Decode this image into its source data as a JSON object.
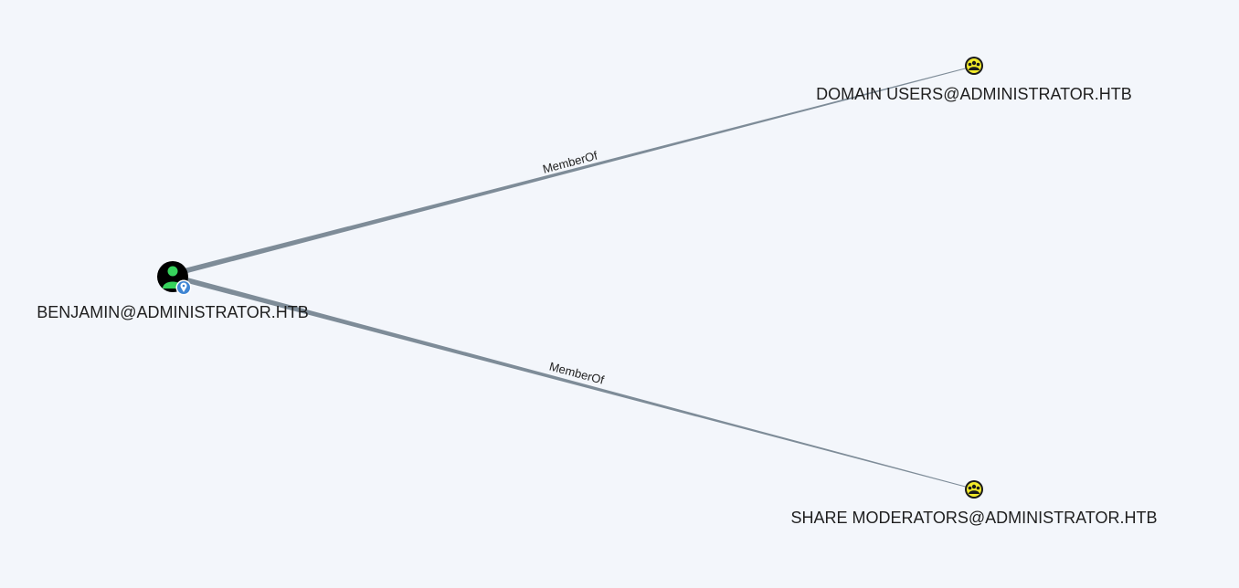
{
  "colors": {
    "background": "#f3f6fb",
    "edge": "#7e8c98",
    "user_node": "#000000",
    "user_icon": "#37d25c",
    "badge": "#3f85d3",
    "group_node": "#f2ea2a",
    "group_icon": "#1a1a1a",
    "label_text": "#1f1f1f"
  },
  "nodes": [
    {
      "id": "benjamin",
      "label": "BENJAMIN@ADMINISTRATOR.HTB",
      "icon": "user-icon",
      "badge": "location-pin-icon"
    },
    {
      "id": "domain_users",
      "label": "DOMAIN USERS@ADMINISTRATOR.HTB",
      "icon": "group-icon"
    },
    {
      "id": "share_moderators",
      "label": "SHARE MODERATORS@ADMINISTRATOR.HTB",
      "icon": "group-icon"
    }
  ],
  "edges": [
    {
      "from": "benjamin",
      "to": "domain_users",
      "label": "MemberOf"
    },
    {
      "from": "benjamin",
      "to": "share_moderators",
      "label": "MemberOf"
    }
  ]
}
